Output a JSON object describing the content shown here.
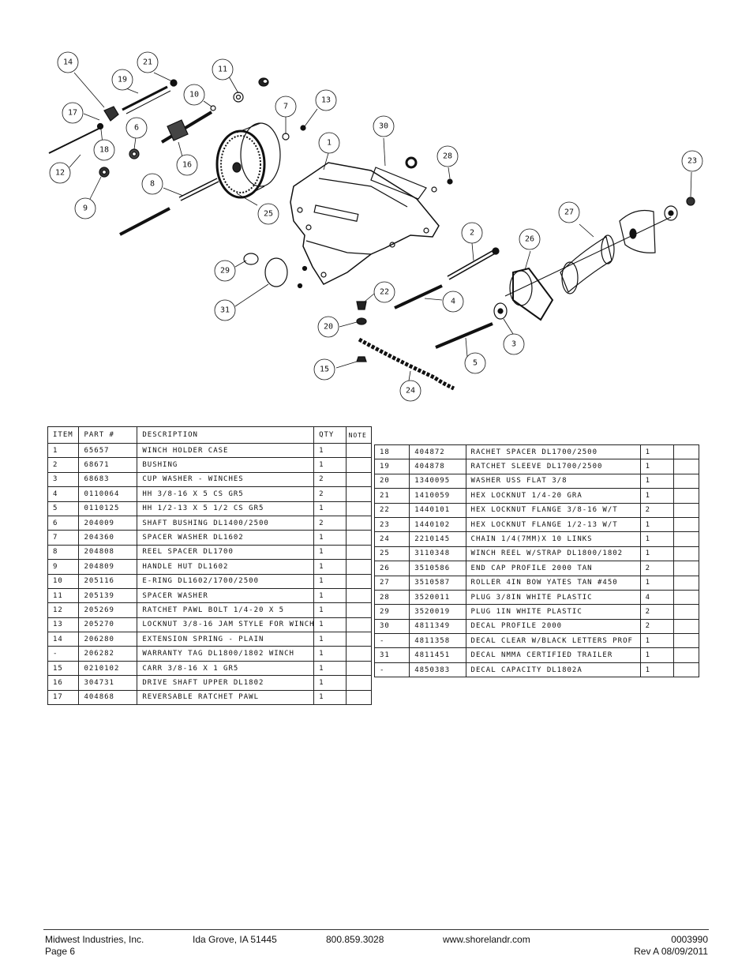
{
  "diagram": {
    "callouts": [
      "14",
      "21",
      "19",
      "11",
      "10",
      "7",
      "13",
      "17",
      "6",
      "18",
      "12",
      "9",
      "8",
      "16",
      "25",
      "1",
      "30",
      "28",
      "23",
      "27",
      "26",
      "2",
      "29",
      "31",
      "22",
      "4",
      "20",
      "15",
      "24",
      "5",
      "3"
    ]
  },
  "table_left": {
    "headers": [
      "ITEM",
      "PART #",
      "DESCRIPTION",
      "QTY",
      "NOTE"
    ],
    "rows": [
      [
        "1",
        "65657",
        "WINCH HOLDER CASE",
        "1",
        ""
      ],
      [
        "2",
        "68671",
        "BUSHING",
        "1",
        ""
      ],
      [
        "3",
        "68683",
        "CUP WASHER - WINCHES",
        "2",
        ""
      ],
      [
        "4",
        "0110064",
        "HH 3/8-16 X 5 CS GR5",
        "2",
        ""
      ],
      [
        "5",
        "0110125",
        "HH 1/2-13 X 5 1/2 CS GR5",
        "1",
        ""
      ],
      [
        "6",
        "204009",
        "SHAFT BUSHING  DL1400/2500",
        "2",
        ""
      ],
      [
        "7",
        "204360",
        "SPACER WASHER  DL1602",
        "1",
        ""
      ],
      [
        "8",
        "204808",
        "REEL SPACER  DL1700",
        "1",
        ""
      ],
      [
        "9",
        "204809",
        "HANDLE HUT  DL1602",
        "1",
        ""
      ],
      [
        "10",
        "205116",
        "E-RING DL1602/1700/2500",
        "1",
        ""
      ],
      [
        "11",
        "205139",
        "SPACER WASHER",
        "1",
        ""
      ],
      [
        "12",
        "205269",
        "RATCHET PAWL BOLT 1/4-20 X 5",
        "1",
        ""
      ],
      [
        "13",
        "205270",
        "LOCKNUT 3/8-16 JAM STYLE FOR WINCH",
        "1",
        ""
      ],
      [
        "14",
        "206280",
        "EXTENSION SPRING - PLAIN",
        "1",
        ""
      ],
      [
        "-",
        "206282",
        "WARRANTY TAG DL1800/1802 WINCH",
        "1",
        ""
      ],
      [
        "15",
        "0210102",
        "CARR 3/8-16 X 1 GR5",
        "1",
        ""
      ],
      [
        "16",
        "304731",
        "DRIVE SHAFT UPPER  DL1802",
        "1",
        ""
      ],
      [
        "17",
        "404868",
        "REVERSABLE RATCHET PAWL",
        "1",
        ""
      ]
    ]
  },
  "table_right": {
    "rows": [
      [
        "18",
        "404872",
        "RACHET SPACER  DL1700/2500",
        "1",
        ""
      ],
      [
        "19",
        "404878",
        "RATCHET SLEEVE  DL1700/2500",
        "1",
        ""
      ],
      [
        "20",
        "1340095",
        "WASHER USS FLAT 3/8",
        "1",
        ""
      ],
      [
        "21",
        "1410059",
        "HEX LOCKNUT 1/4-20 GRA",
        "1",
        ""
      ],
      [
        "22",
        "1440101",
        "HEX LOCKNUT FLANGE 3/8-16 W/T",
        "2",
        ""
      ],
      [
        "23",
        "1440102",
        "HEX LOCKNUT FLANGE 1/2-13 W/T",
        "1",
        ""
      ],
      [
        "24",
        "2210145",
        "CHAIN 1/4(7MM)X 10 LINKS",
        "1",
        ""
      ],
      [
        "25",
        "3110348",
        "WINCH REEL W/STRAP  DL1800/1802",
        "1",
        ""
      ],
      [
        "26",
        "3510586",
        "END CAP PROFILE 2000 TAN",
        "2",
        ""
      ],
      [
        "27",
        "3510587",
        "ROLLER 4IN BOW YATES TAN #450",
        "1",
        ""
      ],
      [
        "28",
        "3520011",
        "PLUG  3/8IN WHITE PLASTIC",
        "4",
        ""
      ],
      [
        "29",
        "3520019",
        "PLUG  1IN WHITE PLASTIC",
        "2",
        ""
      ],
      [
        "30",
        "4811349",
        "DECAL PROFILE 2000",
        "2",
        ""
      ],
      [
        "-",
        "4811358",
        "DECAL CLEAR W/BLACK LETTERS PROF",
        "1",
        ""
      ],
      [
        "31",
        "4811451",
        "DECAL NMMA CERTIFIED TRAILER",
        "1",
        ""
      ],
      [
        "-",
        "4850383",
        "DECAL CAPACITY DL1802A",
        "1",
        ""
      ]
    ]
  },
  "footer": {
    "company": "Midwest Industries, Inc.",
    "page": "Page 6",
    "city": "Ida Grove, IA 51445",
    "phone": "800.859.3028",
    "website": "www.shorelandr.com",
    "doc_number": "0003990",
    "revision": "Rev A 08/09/2011"
  }
}
